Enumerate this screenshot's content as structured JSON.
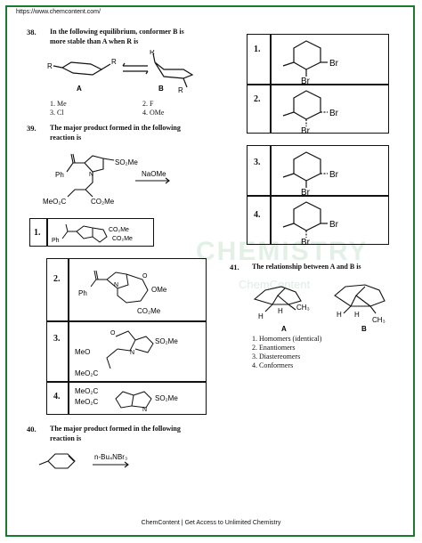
{
  "header": {
    "url": "https://www.chemcontent.com/"
  },
  "watermark": {
    "main": "CHEMISTRY",
    "sub": "ChemContent"
  },
  "q38": {
    "num": "38.",
    "text1": "In the following equilibrium, conformer B is",
    "text2": "more stable than A when R is",
    "label_a": "A",
    "label_b": "B",
    "r": "R",
    "opt1": "1. Me",
    "opt2": "2. F",
    "opt3": "3. Cl",
    "opt4": "4. OMe"
  },
  "q39": {
    "num": "39.",
    "text1": "The major product formed in the following",
    "text2": "reaction is",
    "reagent": "NaOMe",
    "ph": "Ph",
    "so2me": "SO₂Me",
    "meo2c": "MeO₂C",
    "co2me": "CO₂Me",
    "ome": "OMe",
    "meo": "MeO",
    "n": "N",
    "o": "O",
    "opt1": "1.",
    "opt2": "2.",
    "opt3": "3.",
    "opt4": "4."
  },
  "q40": {
    "num": "40.",
    "text1": "The major product formed in the following",
    "text2": "reaction is",
    "reagent": "n-Bu₄NBr₃",
    "br": "Br",
    "opt1": "1.",
    "opt2": "2.",
    "opt3": "3.",
    "opt4": "4."
  },
  "q41": {
    "num": "41.",
    "text": "The relationship between A and B is",
    "label_a": "A",
    "label_b": "B",
    "h": "H",
    "ch3": "CH₃",
    "opt1": "1. Homomers (identical)",
    "opt2": "2. Enantiomers",
    "opt3": "3. Diastereomers",
    "opt4": "4. Conformers"
  },
  "footer": {
    "text": "ChemContent | Get Access to Unlimited Chemistry"
  },
  "colors": {
    "border": "#1a7a2e",
    "ink": "#111111"
  }
}
